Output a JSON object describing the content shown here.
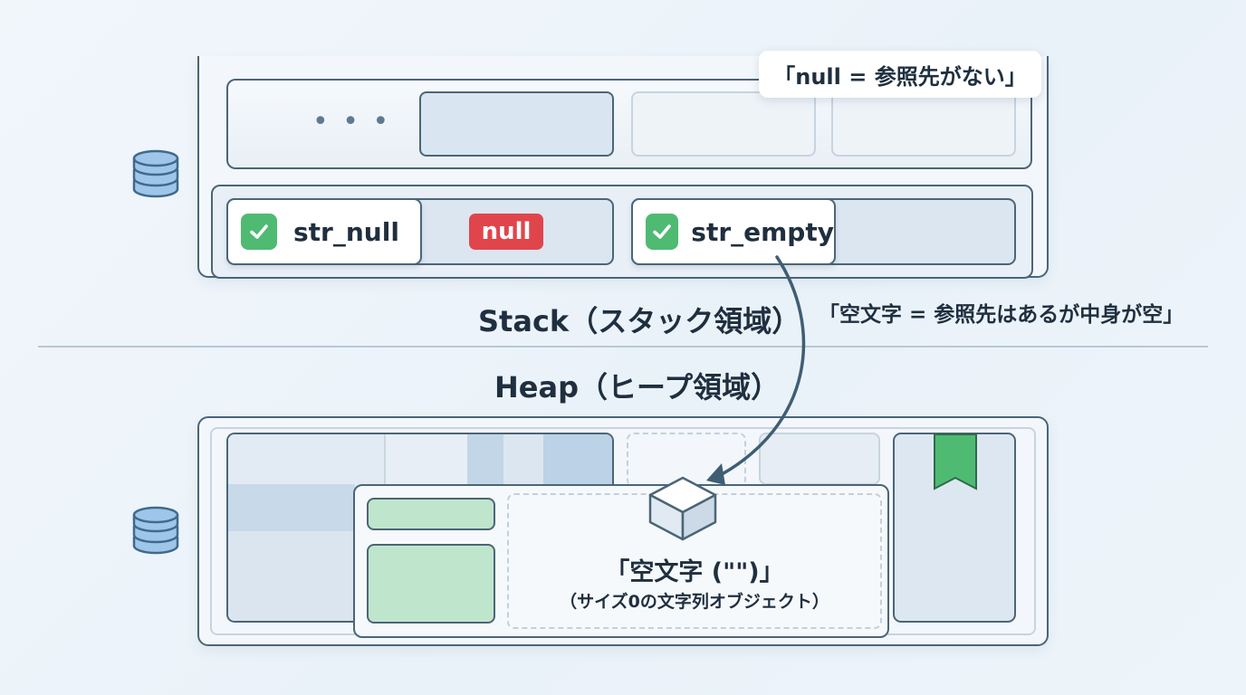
{
  "stack": {
    "ellipsis": "• • •",
    "callout_null": "「null = 参照先がない」",
    "var_null": {
      "name": "str_null",
      "value_badge": "null"
    },
    "var_empty": {
      "name": "str_empty"
    },
    "label": "Stack（スタック領域）"
  },
  "heap": {
    "label": "Heap（ヒープ領域）",
    "object_title": "「空文字 (\"\")」",
    "object_subtitle": "（サイズ0の文字列オブジェクト）"
  },
  "arrow_caption": "「空文字 = 参照先はあるが中身が空」",
  "colors": {
    "outline": "#4b6578",
    "check_green": "#4fba72",
    "null_red": "#e0454c",
    "cell_blue": "#d9e5f0",
    "bookmark_green": "#4fba72",
    "db_icon": "#9fc6e8"
  },
  "icons": [
    "database-icon",
    "checkmark-icon",
    "cube-icon",
    "bookmark-icon"
  ]
}
